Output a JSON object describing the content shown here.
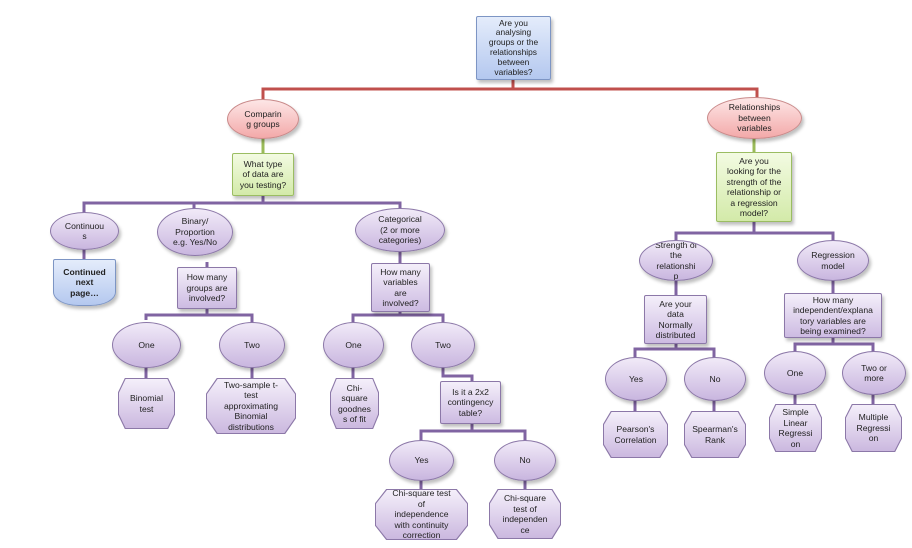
{
  "diagram": {
    "root": "Are you\nanalysing\ngroups or the\nrelationships\nbetween\nvariables?",
    "comparing": "Comparin\ng groups",
    "relationships": "Relationships\nbetween\nvariables",
    "data_type_q": "What type\nof data are\nyou testing?",
    "continuous": "Continuou\ns",
    "continued": "Continued\nnext\npage…",
    "binary": "Binary/\nProportion\ne.g. Yes/No",
    "categorical": "Categorical\n(2 or more\ncategories)",
    "bin_groups_q": "How many\ngroups are\ninvolved?",
    "bin_one": "One",
    "bin_two": "Two",
    "binomial_test": "Binomial\ntest",
    "two_sample_t": "Two-sample t-\ntest\napproximating\nBinomial\ndistributions",
    "cat_vars_q": "How many\nvariables\nare\ninvolved?",
    "cat_one": "One",
    "cat_two": "Two",
    "chi_gof": "Chi-\nsquare\ngoodnes\ns of fit",
    "contingency_q": "Is it a 2x2\ncontingency\ntable?",
    "yes": "Yes",
    "no": "No",
    "chi_cont": "Chi-square test\nof\nindependence\nwith continuity\ncorrection",
    "chi_indep": "Chi-square\ntest of\nindependen\nce",
    "strength_q": "Are you\nlooking for the\nstrength of the\nrelationship or\na  regression\nmodel?",
    "strength": "Strength of\nthe\nrelationshi\np",
    "regression_model": "Regression\nmodel",
    "normal_q": "Are your\ndata\nNormally\ndistributed",
    "norm_yes": "Yes",
    "norm_no": "No",
    "pearson": "Pearson's\nCorrelation",
    "spearman": "Spearman's\nRank",
    "explan_q": "How many\nindependent/explana\ntory variables are\nbeing examined?",
    "reg_one": "One",
    "reg_two": "Two or\nmore",
    "simple_lin": "Simple\nLinear\nRegressi\non",
    "multiple_reg": "Multiple\nRegressi\non"
  },
  "colors": {
    "red_connector": "#c0504d",
    "green_connector": "#9bbb59",
    "purple_connector": "#8064a2"
  }
}
